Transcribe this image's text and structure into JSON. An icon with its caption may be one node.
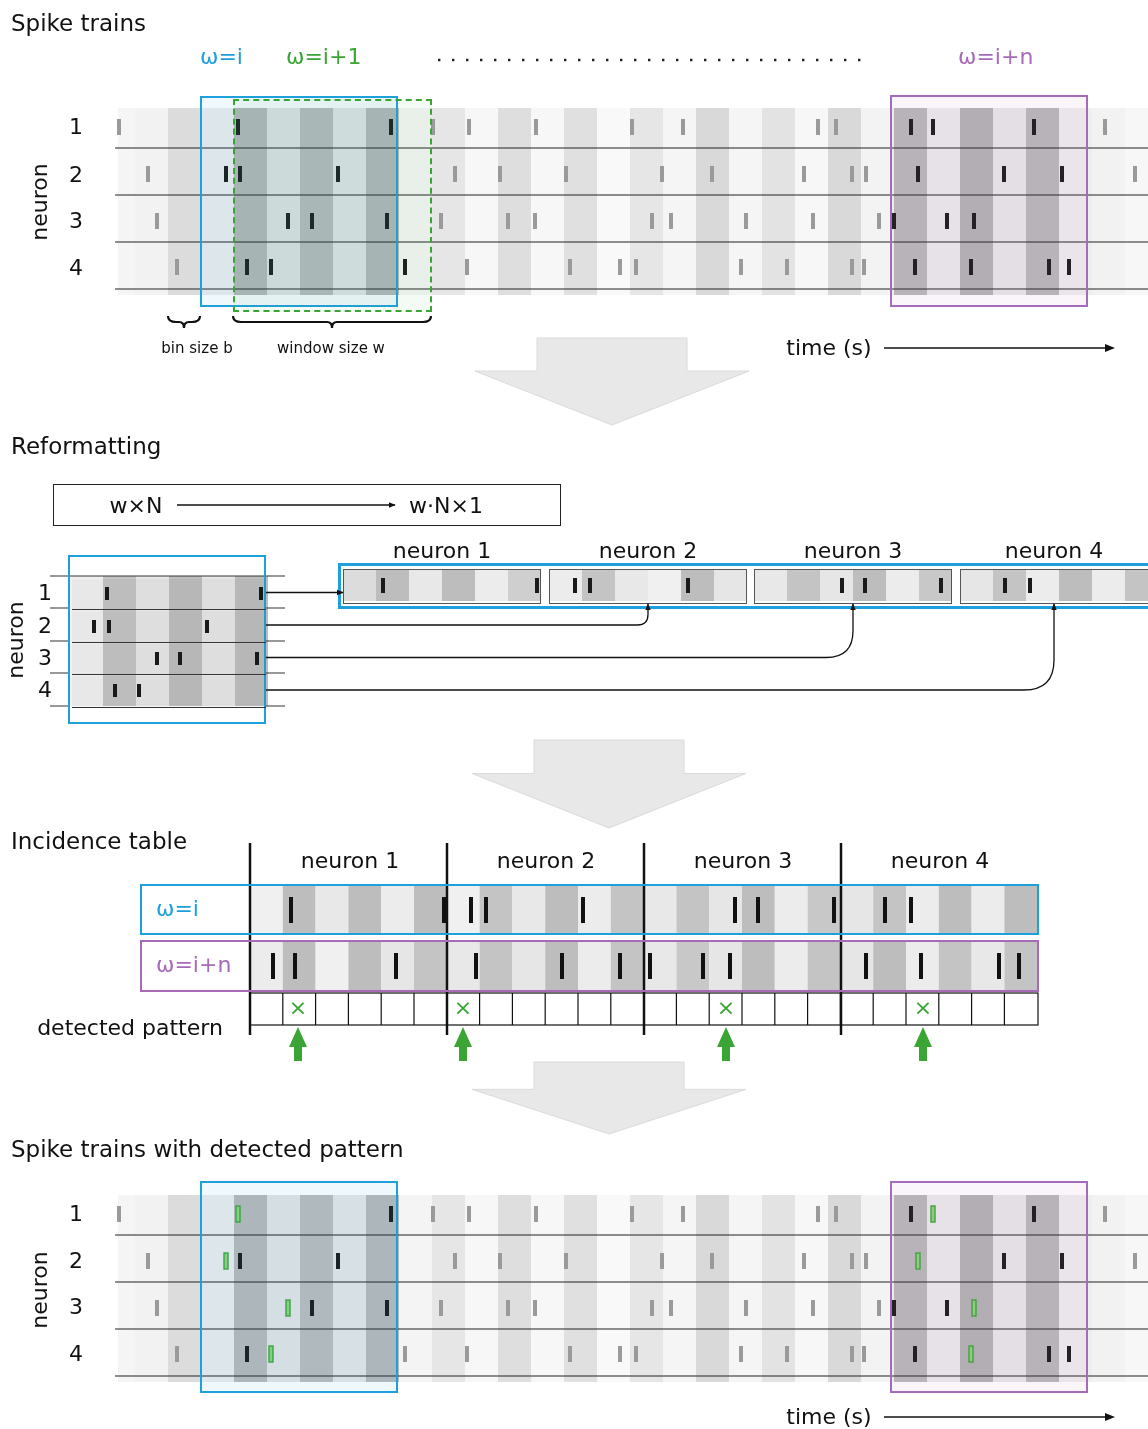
{
  "diagram": {
    "nodes": [
      {
        "text": [
          "Spike trains"
        ]
      },
      {
        "text": [
          "ω=i"
        ],
        "in": 0
      },
      {
        "text": [
          "ω=i+1"
        ],
        "in": 0
      },
      {
        "text": [
          "ω=i+n"
        ],
        "in": 0
      },
      {
        "text": [
          "Reformatting"
        ]
      },
      {
        "text": [],
        "shape": "box",
        "in": 4
      },
      {
        "text": [
          "w×N"
        ],
        "in": 5
      },
      {
        "text": [
          "w·N×1"
        ],
        "in": 5
      },
      {
        "text": [],
        "shape": "box",
        "in": 4
      },
      {
        "text": [],
        "shape": "bar",
        "in": 8
      },
      {
        "text": [],
        "shape": "bar",
        "in": 8
      },
      {
        "text": [],
        "shape": "bar",
        "in": 8
      },
      {
        "text": [],
        "shape": "bar",
        "in": 8
      },
      {
        "text": [],
        "shape": "box",
        "in": 4
      },
      {
        "text": [
          "neuron 1"
        ],
        "in": 13
      },
      {
        "text": [
          "neuron 2"
        ],
        "in": 13
      },
      {
        "text": [
          "neuron 3"
        ],
        "in": 13
      },
      {
        "text": [
          "neuron 4"
        ],
        "in": 13
      },
      {
        "text": [
          "Incidence table"
        ]
      },
      {
        "text": [
          "ω=i"
        ],
        "in": 18
      },
      {
        "text": [
          "ω=i+n"
        ],
        "in": 18
      },
      {
        "text": [
          "Spike trains with detected pattern"
        ]
      },
      {
        "text": [],
        "shape": "box",
        "in": 21
      },
      {
        "text": [],
        "shape": "box",
        "in": 21
      }
    ],
    "edges": [
      {
        "from": 0,
        "to": 4,
        "arrow": "to",
        "style": "thick",
        "color": "#e8e8e8"
      },
      {
        "from": 4,
        "to": 18,
        "arrow": "to",
        "style": "thick",
        "color": "#e8e8e8"
      },
      {
        "from": 18,
        "to": 21,
        "arrow": "to",
        "style": "thick",
        "color": "#e8e8e8"
      },
      {
        "from": 6,
        "to": 7,
        "arrow": "to"
      },
      {
        "from": 9,
        "to": 14,
        "arrow": "to"
      },
      {
        "from": 10,
        "to": 15,
        "arrow": "to"
      },
      {
        "from": 11,
        "to": 16,
        "arrow": "to"
      },
      {
        "from": 12,
        "to": 17,
        "arrow": "to"
      }
    ],
    "labels": [
      "1",
      "2",
      "3",
      "4",
      "neuron",
      "bin size b",
      "window size w",
      "time (s)",
      "neuron",
      "1",
      "2",
      "3",
      "4",
      "neuron 1",
      "neuron 2",
      "neuron 3",
      "neuron 4",
      "×",
      "×",
      "×",
      "×",
      "detected pattern",
      "1",
      "2",
      "3",
      "4",
      "neuron",
      "time (s)"
    ]
  }
}
